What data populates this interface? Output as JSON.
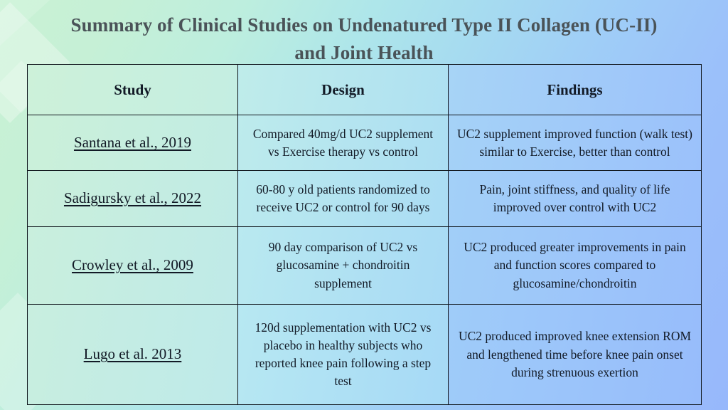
{
  "title": "Summary of Clinical Studies on Undenatured Type II Collagen (UC-II) and Joint Health",
  "title_line1": "Summary of Clinical Studies on Undenatured Type II Collagen (UC-II)",
  "title_line2": "and Joint Health",
  "colors": {
    "background_start": "#c9f2d4",
    "background_end": "#97b8fb",
    "title_text": "#4a5358",
    "table_border": "#10161c",
    "cell_text": "#121a26"
  },
  "table": {
    "headers": [
      "Study",
      "Design",
      "Findings"
    ],
    "rows": [
      {
        "study": "Santana et al., 2019",
        "design": "Compared 40mg/d UC2 supplement vs Exercise therapy vs control",
        "findings": "UC2 supplement improved function (walk test) similar to Exercise, better than control"
      },
      {
        "study": "Sadigursky et al., 2022",
        "design": "60-80 y old patients randomized to receive UC2 or control for 90 days",
        "findings": "Pain, joint stiffness, and quality of life improved over control with UC2"
      },
      {
        "study": "Crowley et al., 2009",
        "design": "90 day comparison of UC2 vs glucosamine + chondroitin supplement",
        "findings": "UC2 produced greater improvements in pain and function scores compared to glucosamine/chondroitin"
      },
      {
        "study": "Lugo et al. 2013",
        "design": "120d supplementation with UC2 vs placebo in healthy subjects who reported knee pain following a step test",
        "findings": "UC2 produced improved knee extension ROM and lengthened time before knee pain onset during strenuous exertion"
      }
    ]
  }
}
